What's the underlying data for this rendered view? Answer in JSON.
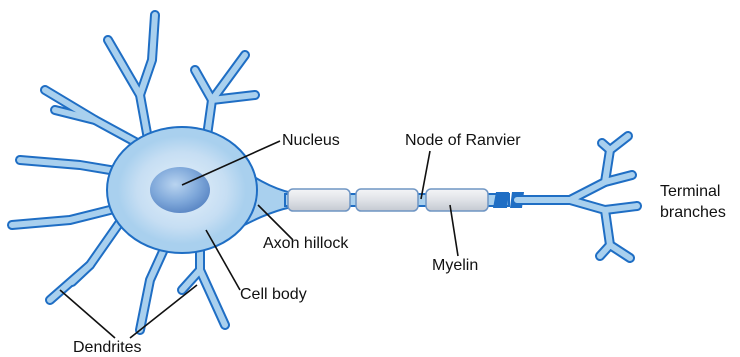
{
  "labels": {
    "nucleus": "Nucleus",
    "node_of_ranvier": "Node of Ranvier",
    "axon_hillock": "Axon hillock",
    "myelin": "Myelin",
    "cell_body": "Cell body",
    "dendrites": "Dendrites",
    "terminal_branches_line1": "Terminal",
    "terminal_branches_line2": "branches"
  },
  "colors": {
    "neuron_fill": "#a9d0ee",
    "neuron_outline": "#1f6ec4",
    "cell_glow": "#cfe4f6",
    "nucleus": "#6f9fd6",
    "myelin_fill": "#e2e4e8",
    "myelin_outline": "#6f95c3",
    "leader_line": "#111111"
  }
}
